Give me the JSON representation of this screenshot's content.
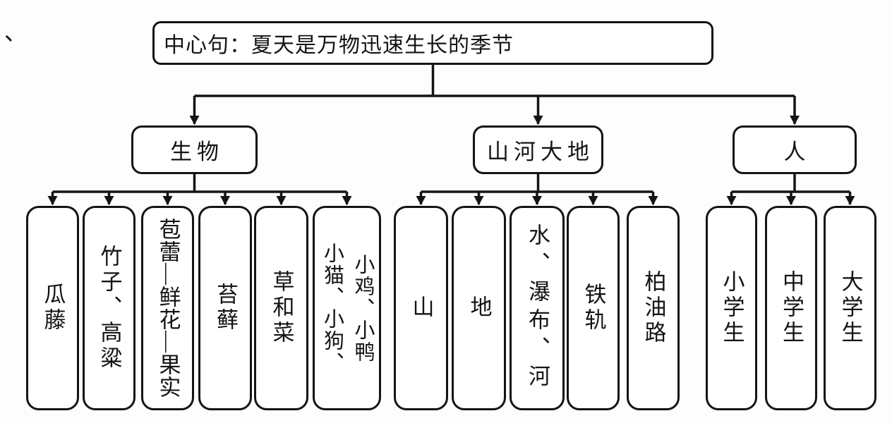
{
  "stray_mark": "、",
  "colors": {
    "line": "#141414",
    "box_background": "#ffffff",
    "text": "#141414"
  },
  "root": {
    "label": "中心句：夏天是万物迅速生长的季节"
  },
  "branches": [
    {
      "label": "生物",
      "children": [
        "瓜藤",
        "竹子、高粱",
        "苞蕾—鲜花—果实",
        "苔藓",
        "草和菜",
        "小鸡、小鸭\n小猫、小狗、"
      ]
    },
    {
      "label": "山河大地",
      "children": [
        "山",
        "地",
        "水、瀑布、河",
        "铁轨",
        "柏油路"
      ]
    },
    {
      "label": "人",
      "children": [
        "小学生",
        "中学生",
        "大学生"
      ]
    }
  ]
}
